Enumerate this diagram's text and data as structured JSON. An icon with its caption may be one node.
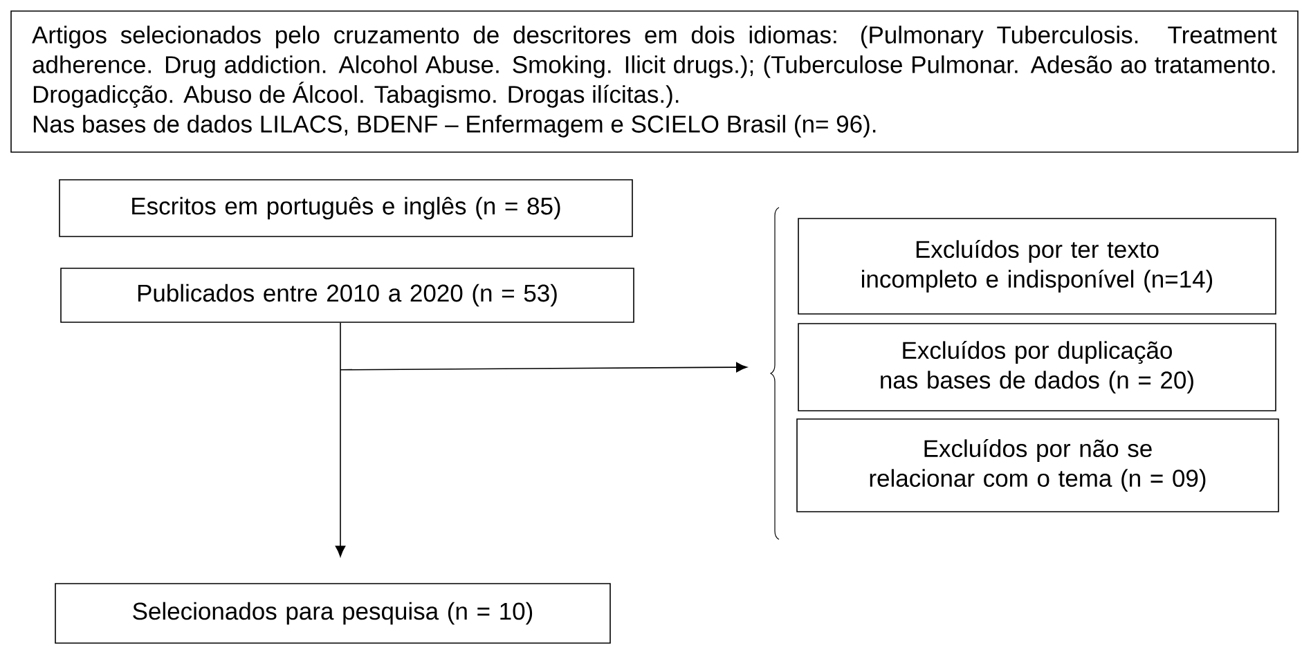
{
  "diagram": {
    "nodes": [
      {
        "text": [
          "Artigos selecionados pelo cruzamento de descritores em dois idiomas: (Pulmonary Tuberculosis. Treatment adherence. Drug addiction. Alcohol Abuse. Smoking. Ilicit drugs.); (Tuberculose Pulmonar. Adesão ao tratamento. Drogadicção. Abuso de Álcool. Tabagismo. Drogas ilícitas.).",
          "Nas bases de dados LILACS, BDENF – Enfermagem e SCIELO Brasil (n= 96)."
        ]
      },
      {
        "text": [
          "Escritos em português e inglês (n = 85)"
        ]
      },
      {
        "text": [
          "Publicados entre 2010 a 2020 (n = 53)"
        ]
      },
      {
        "text": [
          "Excluídos por ter texto incompleto e indisponível (n=14)"
        ]
      },
      {
        "text": [
          "Excluídos por duplicação nas bases de dados (n = 20)"
        ]
      },
      {
        "text": [
          "Excluídos por não se relacionar com o tema (n = 09)"
        ]
      },
      {
        "text": [
          "Selecionados para pesquisa (n = 10)"
        ]
      }
    ],
    "edges": [
      {
        "from": 2,
        "to": 6,
        "arrow": "to"
      },
      {
        "from": 2,
        "to": 4,
        "arrow": "to"
      }
    ]
  }
}
